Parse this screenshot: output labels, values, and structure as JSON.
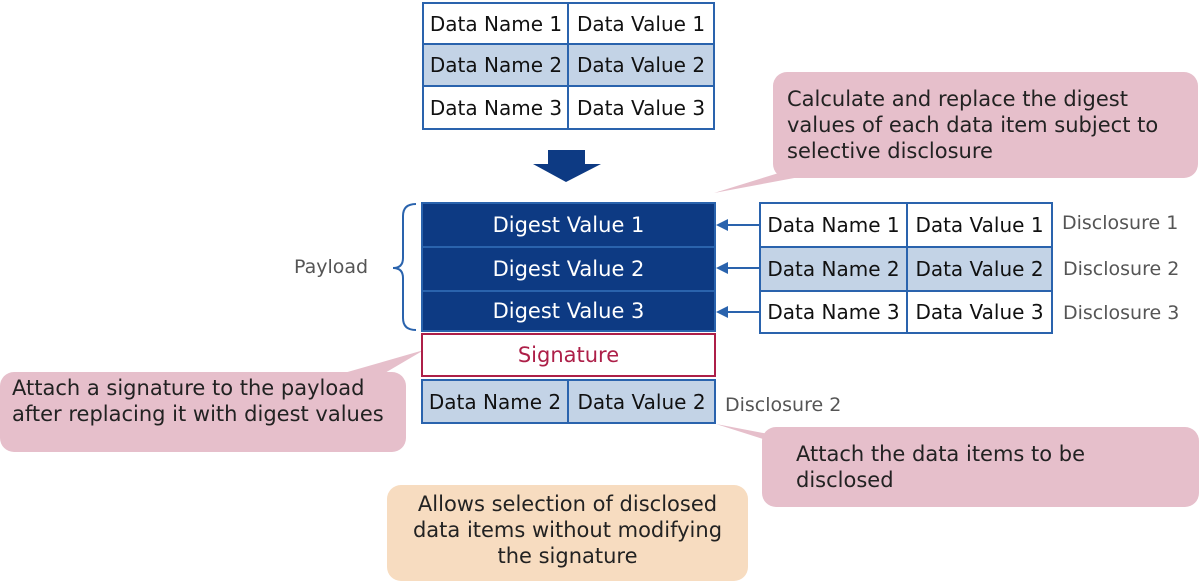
{
  "top_table": {
    "rows": [
      {
        "name": "Data Name 1",
        "value": "Data Value 1"
      },
      {
        "name": "Data Name 2",
        "value": "Data Value 2"
      },
      {
        "name": "Data Name 3",
        "value": "Data Value 3"
      }
    ]
  },
  "payload": {
    "label": "Payload",
    "digests": [
      "Digest Value 1",
      "Digest Value 2",
      "Digest Value 3"
    ],
    "signature": "Signature"
  },
  "disclosures": [
    {
      "name": "Data Name 1",
      "value": "Data Value 1",
      "label": "Disclosure 1"
    },
    {
      "name": "Data Name 2",
      "value": "Data Value 2",
      "label": "Disclosure 2"
    },
    {
      "name": "Data Name 3",
      "value": "Data Value 3",
      "label": "Disclosure 3"
    }
  ],
  "attached": {
    "name": "Data Name 2",
    "value": "Data Value 2",
    "label": "Disclosure 2"
  },
  "callouts": {
    "digest": "Calculate and replace the digest values of each data item subject to selective disclosure",
    "signature": "Attach a signature to the payload after replacing it with digest values",
    "attach": "Attach the data items to be disclosed",
    "note": "Allows selection of disclosed data items without modifying the signature"
  },
  "colors": {
    "digest_fill": "#0d3a83",
    "cell_border": "#2a63ad",
    "light_fill": "#c3d3e6",
    "signature": "#ad1f48",
    "callout_pink": "#e6bfcb",
    "note_peach": "#f7dcc0"
  }
}
